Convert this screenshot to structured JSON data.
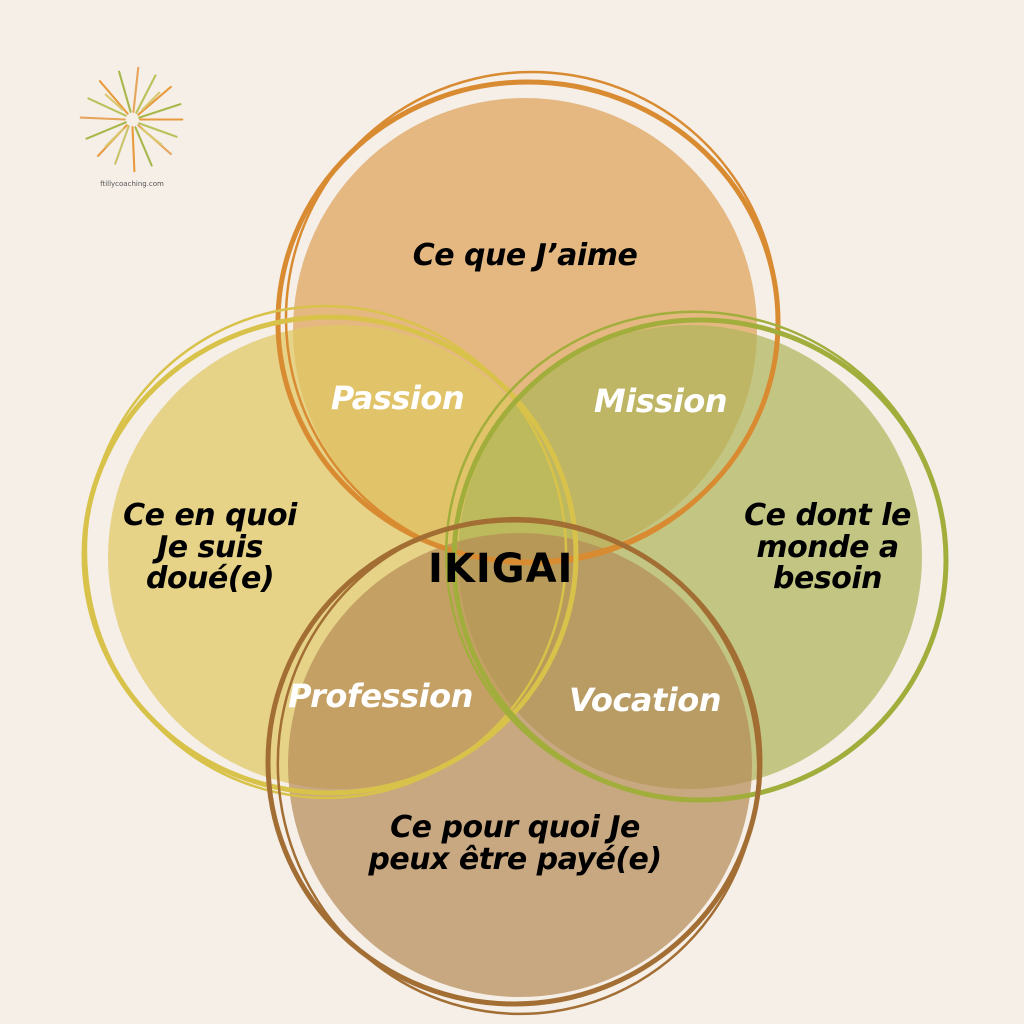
{
  "logo": {
    "icon": "sunburst-icon",
    "text": "ftillycoaching.com"
  },
  "diagram": {
    "center": "IKIGAI",
    "circles": [
      {
        "id": "top",
        "label": "Ce que J’aime",
        "fill": "#E4B47C",
        "stroke": "#D98B32"
      },
      {
        "id": "left",
        "label_lines": [
          "Ce en quoi",
          "Je suis",
          "doué(e)"
        ],
        "fill": "#E5D68A",
        "stroke": "#D8C24A"
      },
      {
        "id": "right",
        "label_lines": [
          "Ce dont le",
          "monde a",
          "besoin"
        ],
        "fill": "#C4C984",
        "stroke": "#A2AE3C"
      },
      {
        "id": "bottom",
        "label_lines": [
          "Ce pour quoi Je",
          "peux être payé(e)"
        ],
        "fill": "#C8A47C",
        "stroke": "#A26E34"
      }
    ],
    "overlaps": {
      "passion": "Passion",
      "mission": "Mission",
      "profession": "Profession",
      "vocation": "Vocation"
    }
  },
  "colors": {
    "background": "#F5EFE8"
  }
}
